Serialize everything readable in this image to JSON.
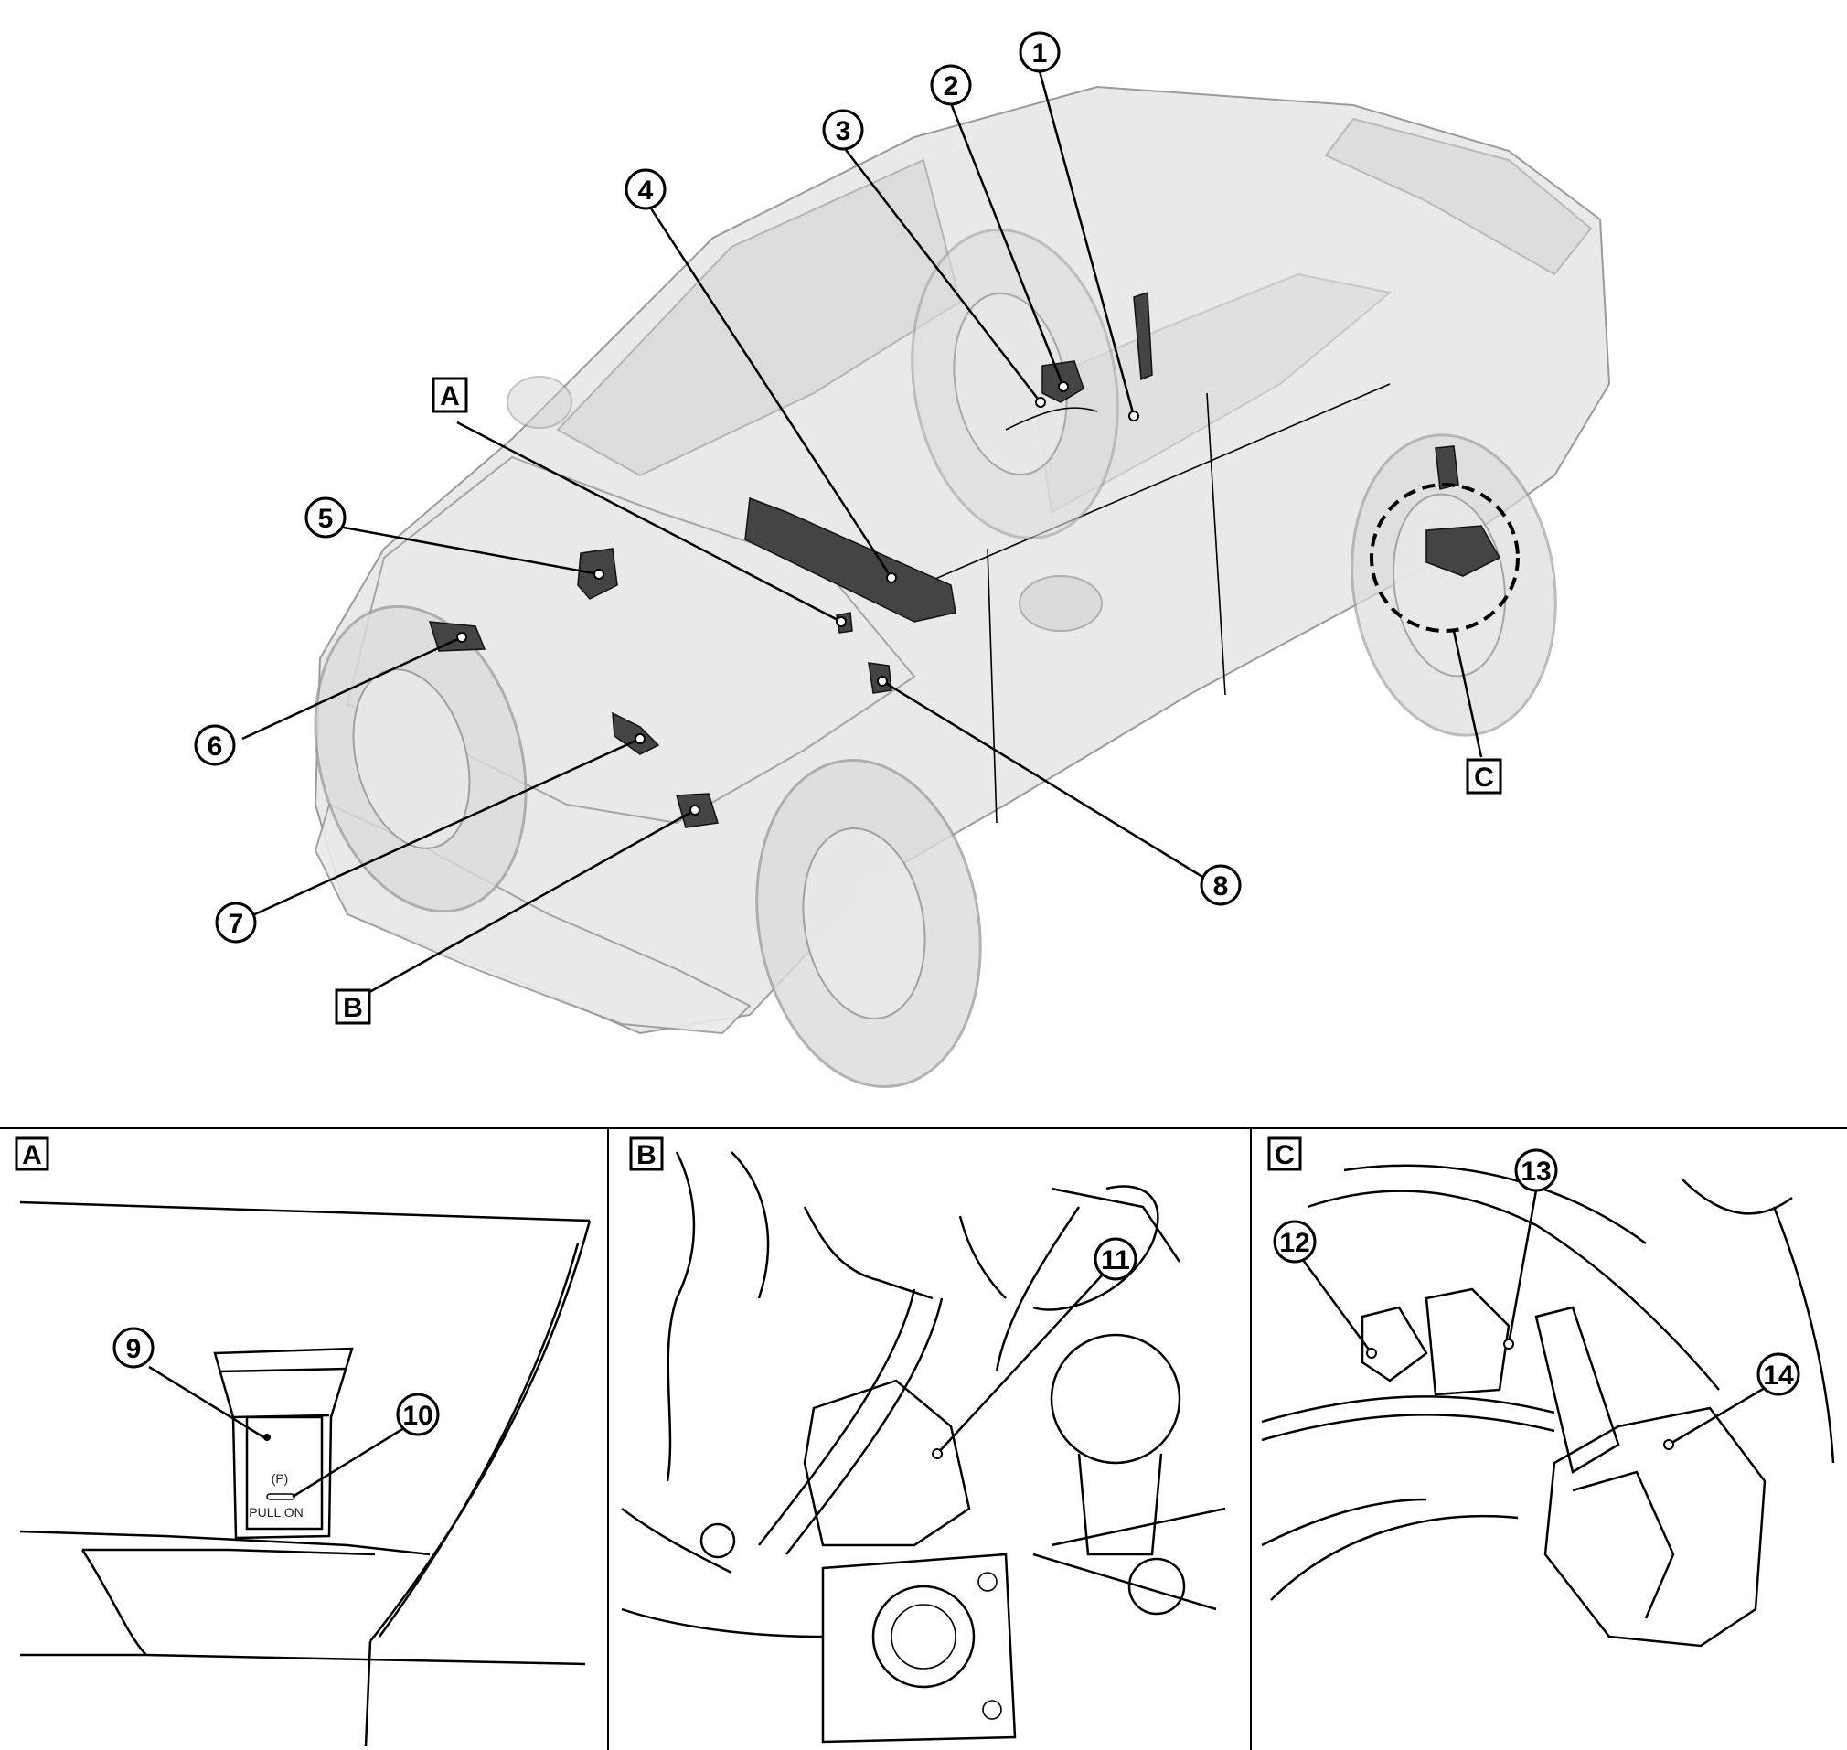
{
  "callouts": {
    "c1": "1",
    "c2": "2",
    "c3": "3",
    "c4": "4",
    "c5": "5",
    "c6": "6",
    "c7": "7",
    "c8": "8",
    "c9": "9",
    "c10": "10",
    "c11": "11",
    "c12": "12",
    "c13": "13",
    "c14": "14"
  },
  "views": {
    "a": "A",
    "b": "B",
    "c": "C"
  },
  "panels": {
    "a": {
      "title": "A",
      "switch_label": "PULL ON",
      "switch_symbol": "(P)"
    },
    "b": {
      "title": "B"
    },
    "c": {
      "title": "C"
    }
  },
  "colors": {
    "ink": "#000000",
    "ghost_fill": "#e9e9e9",
    "ghost_stroke": "#9a9a9a"
  }
}
